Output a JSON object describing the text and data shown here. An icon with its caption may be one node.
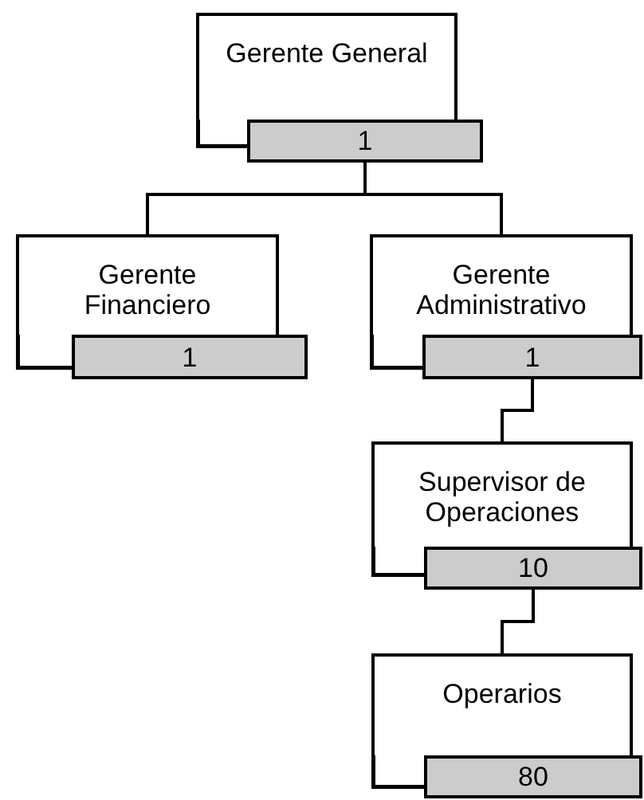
{
  "diagram": {
    "nodes": [
      {
        "text": [
          "Gerente General"
        ]
      },
      {
        "text": [
          "1"
        ]
      },
      {
        "text": [
          "Gerente Financiero"
        ]
      },
      {
        "text": [
          "1"
        ]
      },
      {
        "text": [
          "Gerente Administrativo"
        ]
      },
      {
        "text": [
          "1"
        ]
      },
      {
        "text": [
          "Supervisor de Operaciones"
        ]
      },
      {
        "text": [
          "10"
        ]
      },
      {
        "text": [
          "Operarios"
        ]
      },
      {
        "text": [
          "80"
        ]
      }
    ],
    "edges": [
      {
        "from": 1,
        "to": 2,
        "arrow": "none"
      },
      {
        "from": 1,
        "to": 4,
        "arrow": "none"
      },
      {
        "from": 5,
        "to": 6,
        "arrow": "none"
      },
      {
        "from": 7,
        "to": 8,
        "arrow": "none"
      }
    ]
  }
}
